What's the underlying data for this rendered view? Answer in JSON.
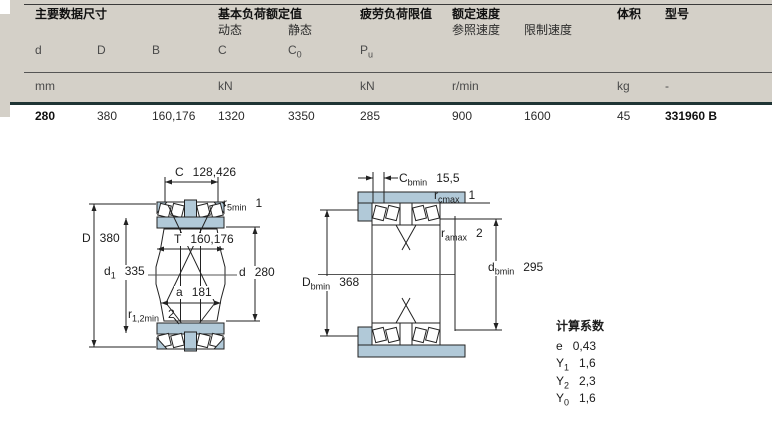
{
  "table": {
    "group_headers": [
      "主要数据尺寸",
      "基本负荷额定值",
      "疲劳负荷限值",
      "额定速度",
      "体积",
      "型号"
    ],
    "sub_headers": {
      "dynamic": "动态",
      "static": "静态",
      "reference": "参照速度",
      "limiting": "限制速度"
    },
    "symbols": {
      "d": "d",
      "D": "D",
      "B": "B",
      "C": "C",
      "C0_base": "C",
      "C0_sub": "0",
      "Pu_base": "P",
      "Pu_sub": "u"
    },
    "units": {
      "dims": "mm",
      "load": "kN",
      "fatigue": "kN",
      "speed": "r/min",
      "mass": "kg",
      "designation": "-"
    },
    "row": {
      "d": "280",
      "D": "380",
      "B": "160,176",
      "C": "1320",
      "C0": "3350",
      "Pu": "285",
      "reference_speed": "900",
      "limiting_speed": "1600",
      "mass": "45",
      "designation": "331960 B"
    }
  },
  "left_diagram": {
    "c_label": "C",
    "c_value": "128,426",
    "r5_base": "r",
    "r5_sub": "5min",
    "r5_ref": "1",
    "D_label": "D",
    "D_value": "380",
    "d1_base": "d",
    "d1_sub": "1",
    "d1_value": "335",
    "T_label": "T",
    "T_value": "160,176",
    "a_label": "a",
    "a_value": "181",
    "d_label": "d",
    "d_value": "280",
    "r12_base": "r",
    "r12_sub": "1,2min",
    "r12_ref": "2"
  },
  "right_diagram": {
    "cb_base": "C",
    "cb_sub": "bmin",
    "cb_value": "15,5",
    "rc_base": "r",
    "rc_sub": "cmax",
    "rc_ref": "1",
    "ra_base": "r",
    "ra_sub": "amax",
    "ra_ref": "2",
    "Db_base": "D",
    "Db_sub": "bmin",
    "Db_value": "368",
    "db_base": "d",
    "db_sub": "bmin",
    "db_value": "295"
  },
  "factors": {
    "title": "计算系数",
    "rows": [
      {
        "sym": "e",
        "sub": "",
        "val": "0,43"
      },
      {
        "sym": "Y",
        "sub": "1",
        "val": "1,6"
      },
      {
        "sym": "Y",
        "sub": "2",
        "val": "2,3"
      },
      {
        "sym": "Y",
        "sub": "0",
        "val": "1,6"
      }
    ]
  },
  "colors": {
    "steel_blue": "#b1c9d8",
    "table_bg": "#d4d0c8",
    "rule_dark": "#1f3434"
  }
}
